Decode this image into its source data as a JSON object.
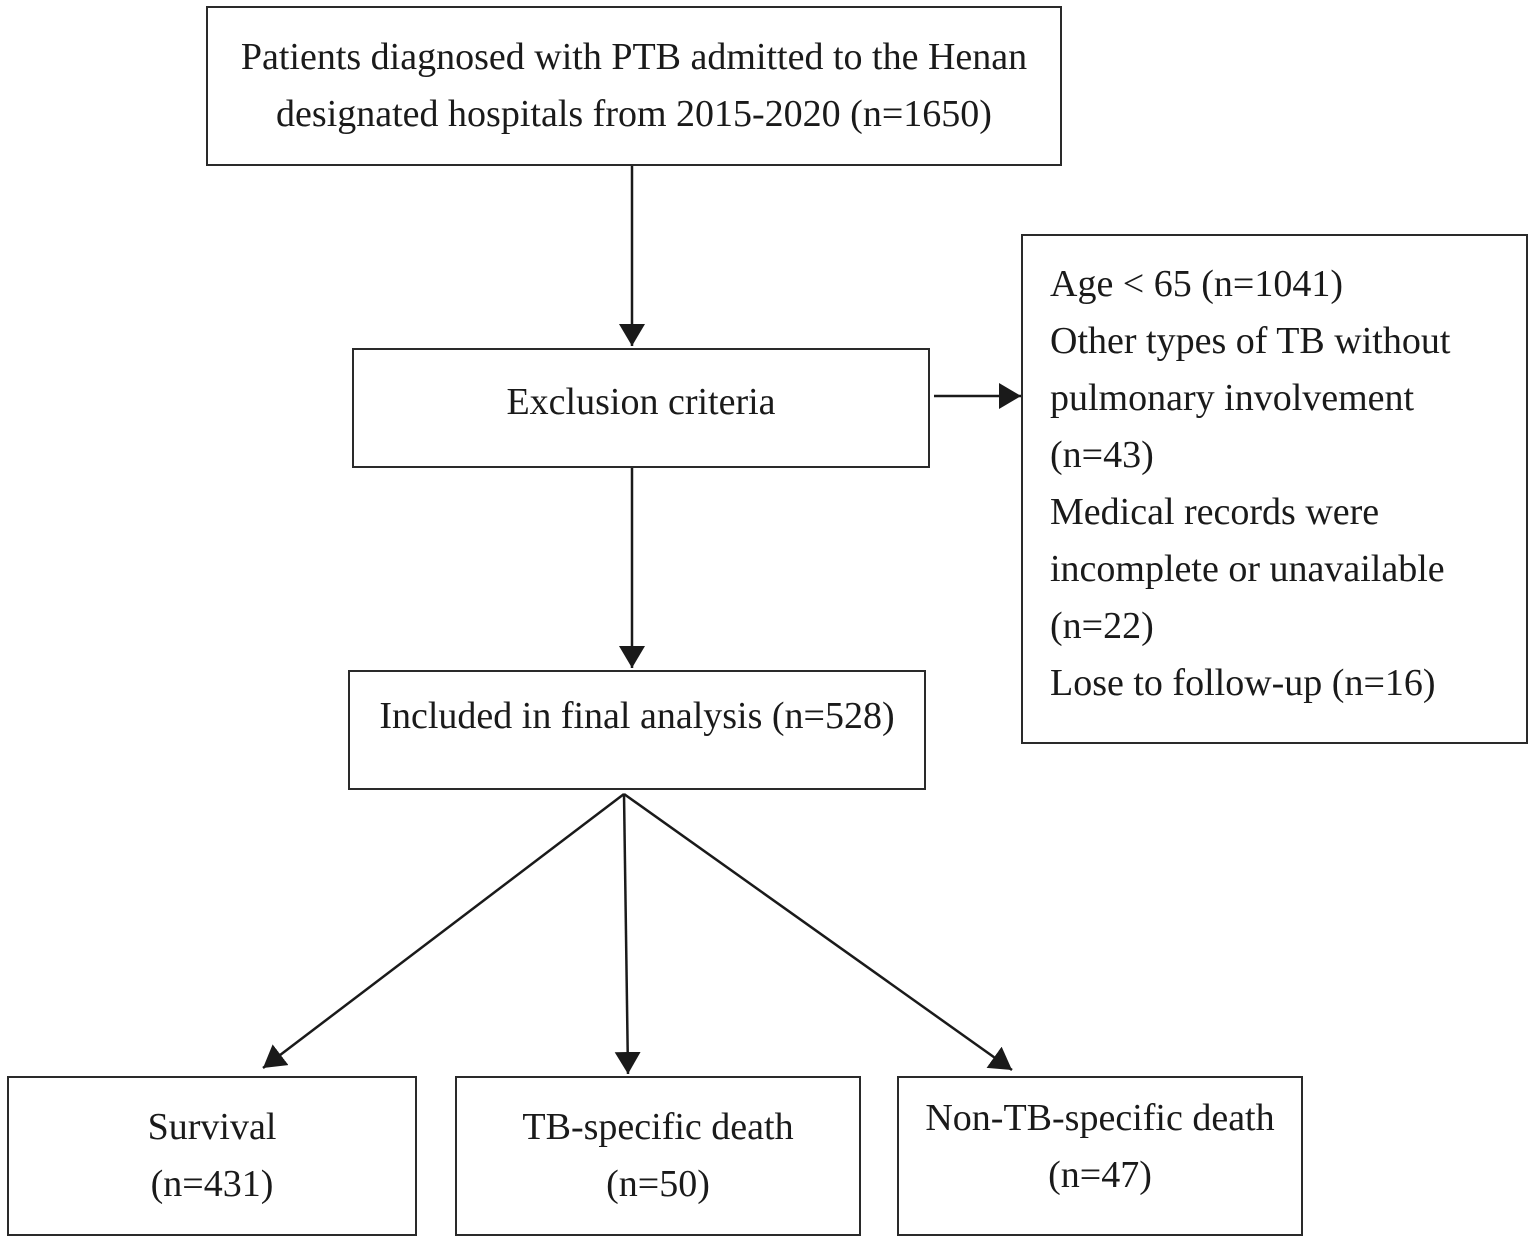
{
  "start": {
    "lines": [
      "Patients diagnosed with PTB admitted to the Henan",
      "designated hospitals from 2015-2020 (n=1650)"
    ]
  },
  "exclusion": {
    "label": "Exclusion criteria"
  },
  "exclusion_list": {
    "lines": [
      "Age < 65 (n=1041)",
      "Other types of TB without",
      "pulmonary involvement",
      "(n=43)",
      "Medical records were",
      "incomplete or unavailable",
      "(n=22)",
      "Lose to follow-up (n=16)"
    ]
  },
  "final": {
    "label": "Included in final analysis (n=528)"
  },
  "outcomes": [
    {
      "label": "Survival",
      "count": "(n=431)"
    },
    {
      "label": "TB-specific death",
      "count": "(n=50)"
    },
    {
      "label": "Non-TB-specific death",
      "count": "(n=47)"
    }
  ]
}
